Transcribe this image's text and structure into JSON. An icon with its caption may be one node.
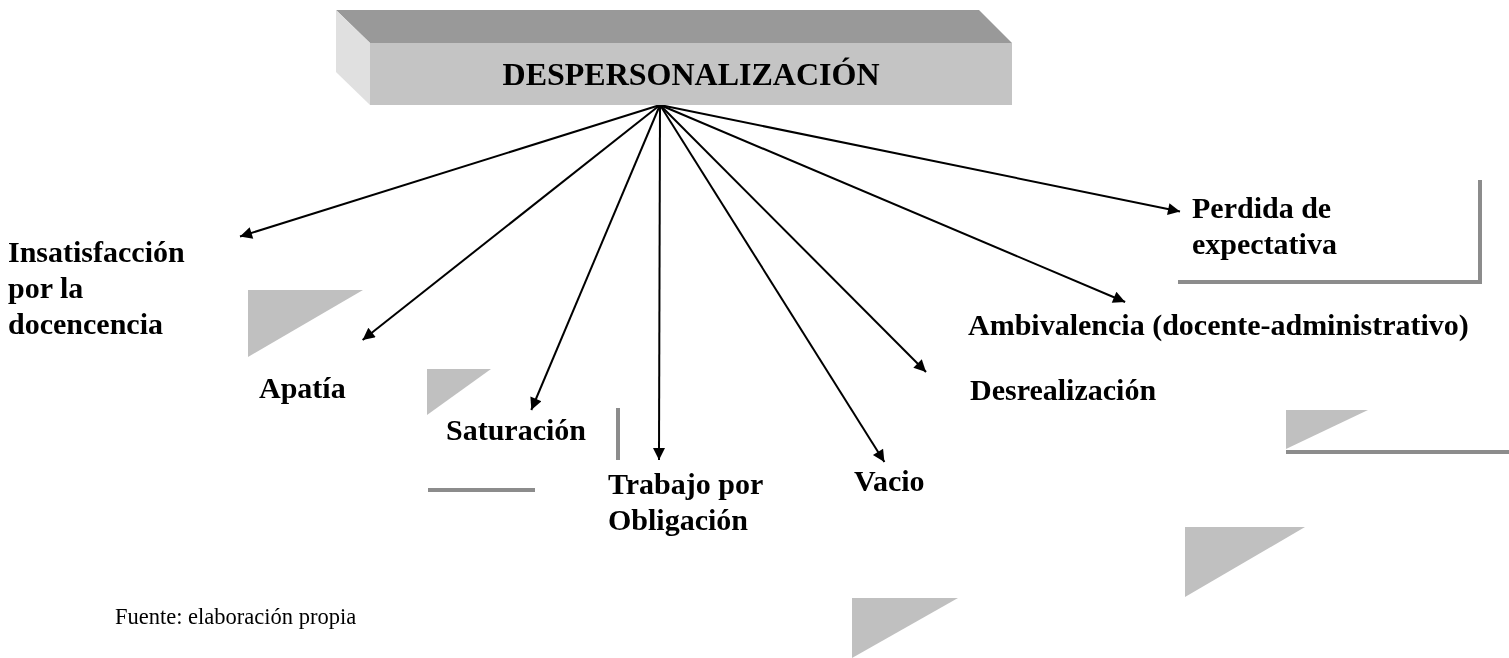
{
  "diagram": {
    "caption": "Fuente: elaboración propia",
    "nodes": [
      {
        "text": [
          "DESPERSONALIZACIÓN"
        ]
      },
      {
        "text": [
          "Insatisfacción por la docencencia"
        ]
      },
      {
        "text": [
          "Apatía"
        ]
      },
      {
        "text": [
          "Saturación"
        ]
      },
      {
        "text": [
          "Trabajo por Obligación"
        ]
      },
      {
        "text": [
          "Vacio"
        ]
      },
      {
        "text": [
          "Desrealización"
        ]
      },
      {
        "text": [
          "Ambivalencia (docente-administrativo)"
        ]
      },
      {
        "text": [
          "Perdida de expectativa"
        ]
      }
    ],
    "edges": [
      {
        "from": 0,
        "to": 1,
        "arrow": "to"
      },
      {
        "from": 0,
        "to": 2,
        "arrow": "to"
      },
      {
        "from": 0,
        "to": 3,
        "arrow": "to"
      },
      {
        "from": 0,
        "to": 4,
        "arrow": "to"
      },
      {
        "from": 0,
        "to": 5,
        "arrow": "to"
      },
      {
        "from": 0,
        "to": 6,
        "arrow": "to"
      },
      {
        "from": 0,
        "to": 7,
        "arrow": "to"
      },
      {
        "from": 0,
        "to": 8,
        "arrow": "to"
      }
    ]
  }
}
